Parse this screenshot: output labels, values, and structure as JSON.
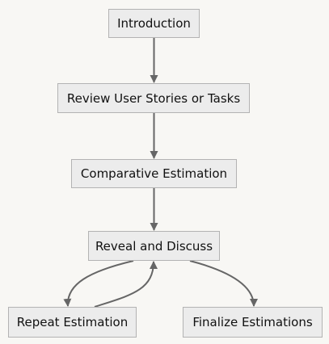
{
  "nodes": {
    "introduction": "Introduction",
    "review": "Review User Stories or Tasks",
    "comparative": "Comparative Estimation",
    "reveal": "Reveal and Discuss",
    "repeat": "Repeat Estimation",
    "finalize": "Finalize Estimations"
  },
  "edges": [
    {
      "from": "introduction",
      "to": "review"
    },
    {
      "from": "review",
      "to": "comparative"
    },
    {
      "from": "comparative",
      "to": "reveal"
    },
    {
      "from": "reveal",
      "to": "repeat"
    },
    {
      "from": "repeat",
      "to": "reveal"
    },
    {
      "from": "reveal",
      "to": "finalize"
    }
  ],
  "colors": {
    "background": "#f8f7f4",
    "node_fill": "#ececec",
    "node_border": "#b3b3b3",
    "edge": "#666666",
    "text": "#111111"
  }
}
